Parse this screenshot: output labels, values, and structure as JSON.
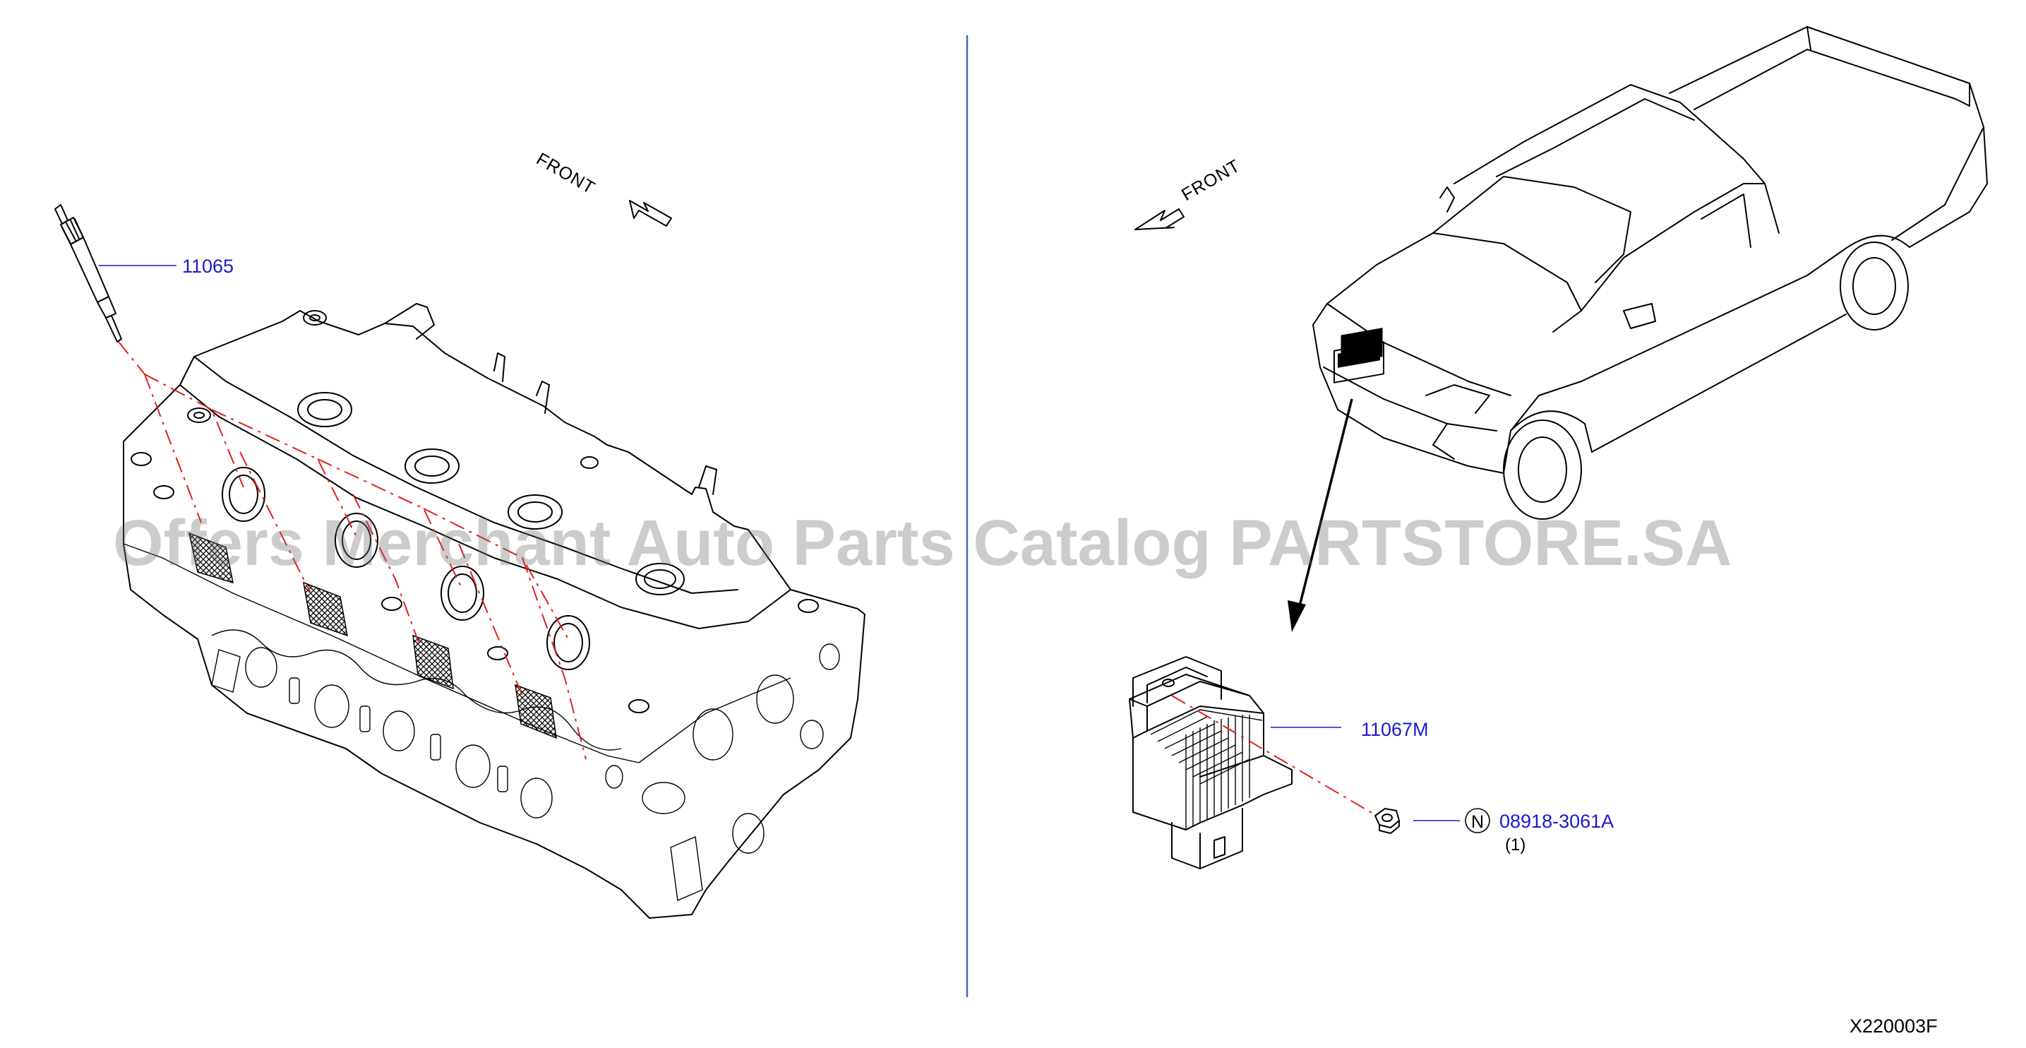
{
  "left_panel": {
    "front_label": "FRONT",
    "glow_plug": {
      "part_number": "11065"
    }
  },
  "right_panel": {
    "front_label": "FRONT",
    "controller": {
      "part_number": "11067M"
    },
    "nut": {
      "symbol": "N",
      "part_number": "08918-3061A",
      "quantity": "(1)"
    }
  },
  "watermark": "Offers Merchant Auto Parts Catalog PARTSTORE.SA",
  "diagram_code": "X220003F",
  "colors": {
    "callout": "#1a1acc",
    "dash": "#e02020",
    "divider": "#3b6cc4"
  }
}
